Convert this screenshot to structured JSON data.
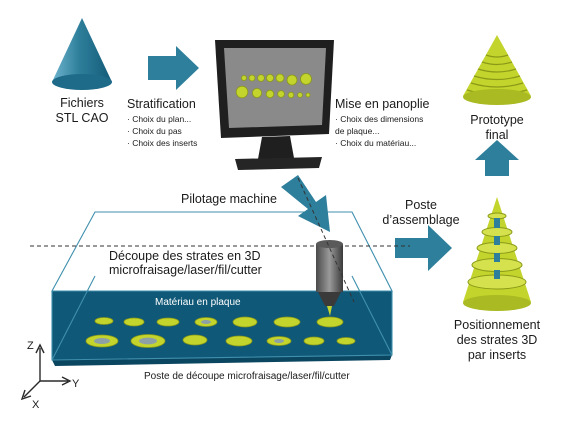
{
  "colors": {
    "teal": "#2e7f9b",
    "teal_dark": "#0d4f6b",
    "plate": "#0f5877",
    "lime": "#c3d42d",
    "lime_dark": "#8a9a17",
    "screen": "#8a8a8a",
    "monitor": "#1f1f1f",
    "box_line": "#3f8fad"
  },
  "icons": [
    "cone-icon",
    "arrow-right-icon",
    "monitor-icon",
    "arrow-up-icon",
    "axes-icon"
  ],
  "source": {
    "title_lines": [
      "Fichiers",
      "STL CAO"
    ]
  },
  "stratification": {
    "title": "Stratification",
    "items": [
      "· Choix du plan...",
      "· Choix du pas",
      "· Choix des inserts"
    ]
  },
  "panoplie": {
    "title": "Mise en panoplie",
    "items": [
      "· Choix des dimensions",
      "de plaque...",
      "· Choix du matériau..."
    ]
  },
  "pilotage": "Pilotage machine",
  "decoupe": {
    "lines": [
      "Découpe des strates en 3D",
      "microfraisage/laser/fil/cutter"
    ]
  },
  "material": "Matériau en plaque",
  "poste_decoupe": "Poste de découpe microfraisage/laser/fil/cutter",
  "poste_assemblage": {
    "lines": [
      "Poste",
      "d’assemblage"
    ]
  },
  "prototype": {
    "lines": [
      "Prototype",
      "final"
    ]
  },
  "positionnement": {
    "lines": [
      "Positionnement",
      "des strates 3D",
      "par inserts"
    ]
  },
  "axes": {
    "z": "Z",
    "y": "Y",
    "x": "X"
  }
}
